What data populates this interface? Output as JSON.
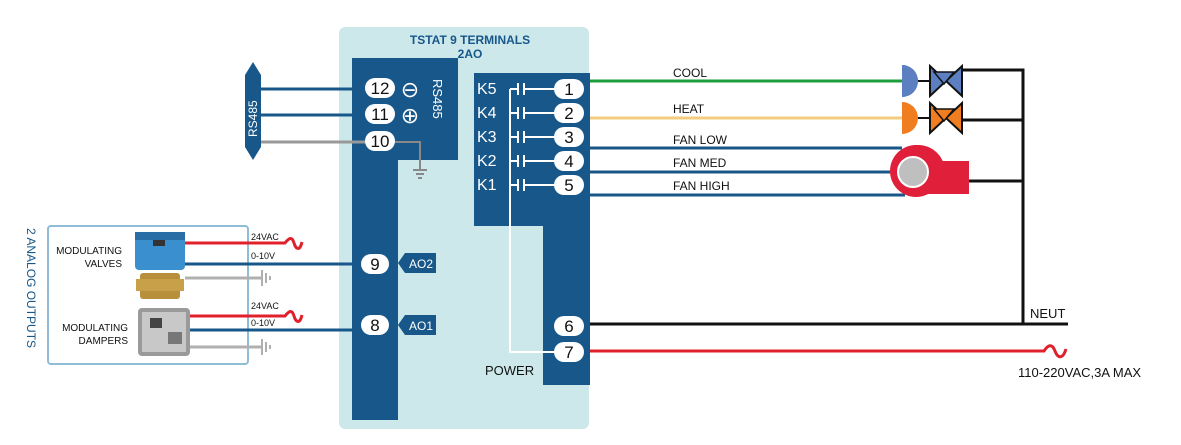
{
  "title": {
    "line1": "TSTAT 9 TERMINALS",
    "line2": "2AO"
  },
  "rs485": {
    "bus_label": "RS485",
    "block_label": "RS485"
  },
  "comm_terminals": [
    {
      "number": "12",
      "symbol": "⊖"
    },
    {
      "number": "11",
      "symbol": "⊕"
    },
    {
      "number": "10",
      "symbol": ""
    }
  ],
  "relays": [
    {
      "relay": "K5",
      "terminal": "1",
      "signal": "COOL",
      "color": "#1e9e3a"
    },
    {
      "relay": "K4",
      "terminal": "2",
      "signal": "HEAT",
      "color": "#f2cd7f"
    },
    {
      "relay": "K3",
      "terminal": "3",
      "signal": "FAN LOW",
      "color": "#17578a"
    },
    {
      "relay": "K2",
      "terminal": "4",
      "signal": "FAN MED",
      "color": "#17578a"
    },
    {
      "relay": "K1",
      "terminal": "5",
      "signal": "FAN HIGH",
      "color": "#17578a"
    }
  ],
  "power": {
    "label": "POWER",
    "neut_terminal": "6",
    "line_terminal": "7",
    "neut_label": "NEUT",
    "supply_label": "110-220VAC,3A MAX"
  },
  "analog": {
    "panel_label": "2 ANALOG OUTPUTS",
    "outputs": [
      {
        "device": [
          "MODULATING",
          "VALVES"
        ],
        "terminal": "9",
        "tag": "AO2",
        "supply": "24VAC",
        "signal": "0-10V"
      },
      {
        "device": [
          "MODULATING",
          "DAMPERS"
        ],
        "terminal": "8",
        "tag": "AO1",
        "supply": "24VAC",
        "signal": "0-10V"
      }
    ]
  },
  "colors": {
    "panel": "#cde8ea",
    "terminal_block": "#17578a",
    "comm_wire": "#17578a",
    "ground_wire": "#999999",
    "neutral_wire": "#111111",
    "line_wire": "#e0202a",
    "valve_cool": "#5b7fc0",
    "valve_heat": "#f07d20",
    "fan": "#e0203a"
  }
}
